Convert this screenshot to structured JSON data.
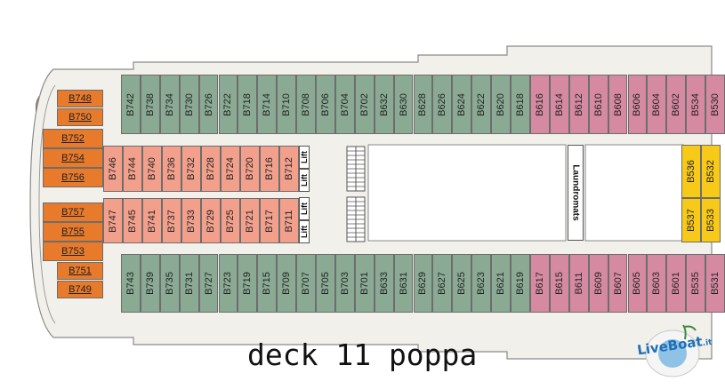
{
  "title": "deck 11 poppa",
  "logo": {
    "text": "LiveBoat",
    "suffix": ".it"
  },
  "colors": {
    "stern_suite": "#e87a2c",
    "balcony_green": "#8aaa93",
    "inside_salmon": "#f2a08c",
    "pink": "#d68aa2",
    "yellow": "#f7c919",
    "deck": "#f0eee8",
    "outline": "#6d6d6d"
  },
  "stern_cabins": [
    "B748",
    "B750",
    "B752",
    "B754",
    "B756",
    "B757",
    "B755",
    "B753",
    "B751",
    "B749"
  ],
  "top_row": {
    "green": [
      "B742",
      "B738",
      "B734",
      "B730",
      "B726",
      "B722",
      "B718",
      "B714",
      "B710",
      "B708",
      "B706",
      "B704",
      "B702",
      "B632",
      "B630",
      "B628",
      "B626",
      "B624",
      "B622",
      "B620",
      "B618"
    ],
    "pink": [
      "B616",
      "B614",
      "B612",
      "B610",
      "B608",
      "B606",
      "B604",
      "B602",
      "B534",
      "B530"
    ]
  },
  "bottom_row": {
    "green": [
      "B743",
      "B739",
      "B735",
      "B731",
      "B727",
      "B723",
      "B719",
      "B715",
      "B709",
      "B707",
      "B705",
      "B703",
      "B701",
      "B633",
      "B631",
      "B629",
      "B627",
      "B625",
      "B623",
      "B621",
      "B619"
    ],
    "pink": [
      "B617",
      "B615",
      "B611",
      "B609",
      "B607",
      "B605",
      "B603",
      "B601",
      "B535",
      "B531"
    ]
  },
  "inner_top": [
    "B746",
    "B744",
    "B740",
    "B736",
    "B732",
    "B728",
    "B724",
    "B720",
    "B716",
    "B712"
  ],
  "inner_bottom": [
    "B747",
    "B745",
    "B741",
    "B737",
    "B733",
    "B729",
    "B725",
    "B721",
    "B717",
    "B711"
  ],
  "yellow_top": [
    "B536",
    "B532"
  ],
  "yellow_bottom": [
    "B537",
    "B533"
  ],
  "lift_label": "Lift",
  "laundromats_label": "Laundromats"
}
